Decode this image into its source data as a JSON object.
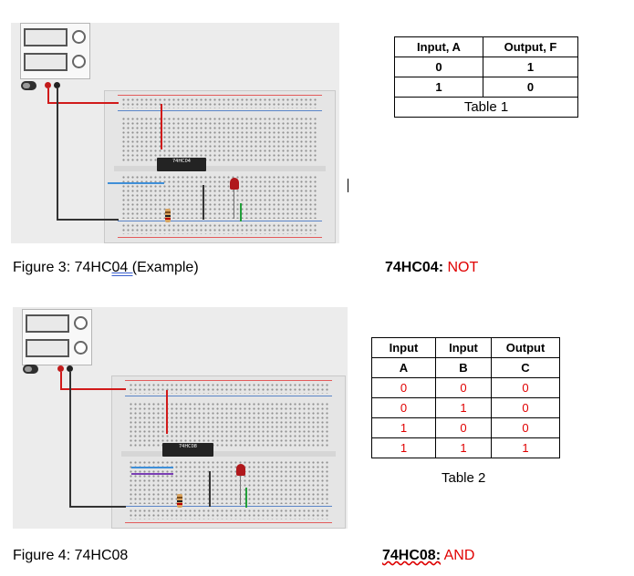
{
  "figure3": {
    "caption_pre": "Figure 3: 74HC",
    "caption_mark": "04 (",
    "caption_post": "Example)",
    "chip_label": "74HC04",
    "gate_prefix": "74HC04:",
    "gate_name": "NOT",
    "table_caption": "Table 1",
    "table_headers": [
      "Input, A",
      "Output, F"
    ],
    "table_rows": [
      [
        "0",
        "1"
      ],
      [
        "1",
        "0"
      ]
    ]
  },
  "figure4": {
    "caption": "Figure 4: 74HC08",
    "chip_label": "74HC08",
    "gate_prefix": "74HC08:",
    "gate_name": "AND",
    "table_caption": "Table 2",
    "table_headers": [
      "Input",
      "Input",
      "Output"
    ],
    "table_subheaders": [
      "A",
      "B",
      "C"
    ],
    "table_rows": [
      [
        "0",
        "0",
        "0"
      ],
      [
        "0",
        "1",
        "0"
      ],
      [
        "1",
        "0",
        "0"
      ],
      [
        "1",
        "1",
        "1"
      ]
    ]
  },
  "colors": {
    "red_text": "#e00000",
    "wire_red": "#d11a1a",
    "wire_black": "#333333",
    "wire_green": "#22a03a",
    "wire_blue": "#3f8fd8",
    "wire_purple": "#7b3fb5",
    "led_red": "#b0181c"
  }
}
